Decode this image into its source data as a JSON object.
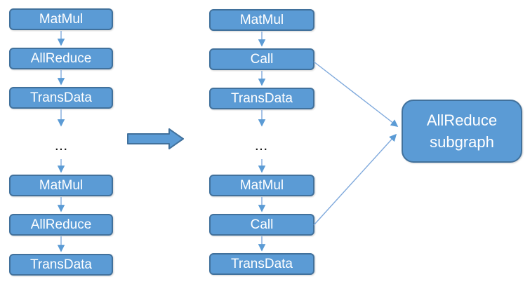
{
  "left_column": {
    "ellipsis": "...",
    "nodes": [
      {
        "label": "MatMul"
      },
      {
        "label": "AllReduce"
      },
      {
        "label": "TransData"
      },
      {
        "label": "MatMul"
      },
      {
        "label": "AllReduce"
      },
      {
        "label": "TransData"
      }
    ]
  },
  "middle_column": {
    "ellipsis": "...",
    "nodes": [
      {
        "label": "MatMul"
      },
      {
        "label": "Call"
      },
      {
        "label": "TransData"
      },
      {
        "label": "MatMul"
      },
      {
        "label": "Call"
      },
      {
        "label": "TransData"
      }
    ]
  },
  "subgraph_box": {
    "label": "AllReduce subgraph",
    "line1": "AllReduce",
    "line2": "subgraph"
  },
  "colors": {
    "node_fill": "#5B9BD5",
    "node_border": "#41719C",
    "connector_line": "#7FA9DC",
    "arrowhead_fill": "#5B9BD5",
    "node_text": "#FFFFFF",
    "ellipsis_text": "#1A1A1A",
    "background": "#FFFFFF"
  }
}
